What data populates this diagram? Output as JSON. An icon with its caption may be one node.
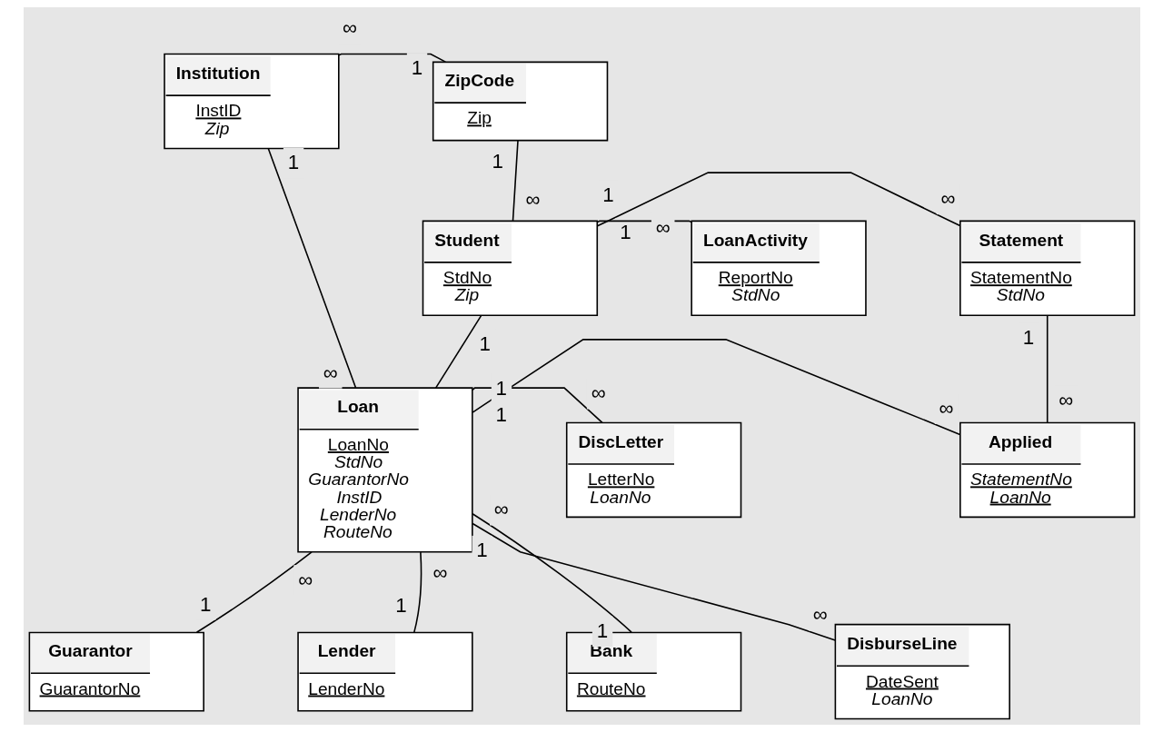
{
  "diagram": {
    "nodes": [
      {
        "text": [
          "Institution",
          "InstID",
          "Zip"
        ]
      },
      {
        "text": [
          "ZipCode",
          "Zip"
        ]
      },
      {
        "text": [
          "Statement",
          "StatementNo",
          "StdNo"
        ]
      },
      {
        "text": [
          "Student",
          "StdNo",
          "Zip"
        ]
      },
      {
        "text": [
          "LoanActivity",
          "ReportNo",
          "StdNo"
        ]
      },
      {
        "text": [
          "Applied",
          "StatementNo",
          "LoanNo"
        ]
      },
      {
        "text": [
          "Loan",
          "LoanNo",
          "StdNo",
          "GuarantorNo",
          "InstID",
          "LenderNo",
          "RouteNo"
        ]
      },
      {
        "text": [
          "DiscLetter",
          "LetterNo",
          "LoanNo"
        ]
      },
      {
        "text": [
          "Guarantor",
          "GuarantorNo"
        ]
      },
      {
        "text": [
          "Lender",
          "LenderNo"
        ]
      },
      {
        "text": [
          "Bank",
          "RouteNo"
        ]
      },
      {
        "text": [
          "DisburseLine",
          "DateSent",
          "LoanNo"
        ]
      }
    ],
    "edges": [
      {
        "from": 1,
        "to": 0,
        "arrow": "none"
      },
      {
        "from": 1,
        "to": 3,
        "arrow": "none"
      },
      {
        "from": 0,
        "to": 6,
        "arrow": "none"
      },
      {
        "from": 3,
        "to": 2,
        "arrow": "none"
      },
      {
        "from": 3,
        "to": 4,
        "arrow": "none"
      },
      {
        "from": 2,
        "to": 5,
        "arrow": "none"
      },
      {
        "from": 3,
        "to": 6,
        "arrow": "none"
      },
      {
        "from": 6,
        "to": 5,
        "arrow": "none"
      },
      {
        "from": 8,
        "to": 6,
        "arrow": "none"
      },
      {
        "from": 6,
        "to": 7,
        "arrow": "none"
      },
      {
        "from": 9,
        "to": 6,
        "arrow": "none"
      },
      {
        "from": 6,
        "to": 11,
        "arrow": "none"
      },
      {
        "from": 10,
        "to": 6,
        "arrow": "none"
      }
    ],
    "labels": [
      "∞",
      "1",
      "1",
      "∞",
      "1",
      "1",
      "∞",
      "1",
      "∞",
      "1",
      "∞",
      "1",
      "∞",
      "∞",
      "∞",
      "1",
      "1",
      "∞",
      "∞",
      "1",
      "1",
      "1",
      "1",
      "∞",
      "∞"
    ]
  }
}
